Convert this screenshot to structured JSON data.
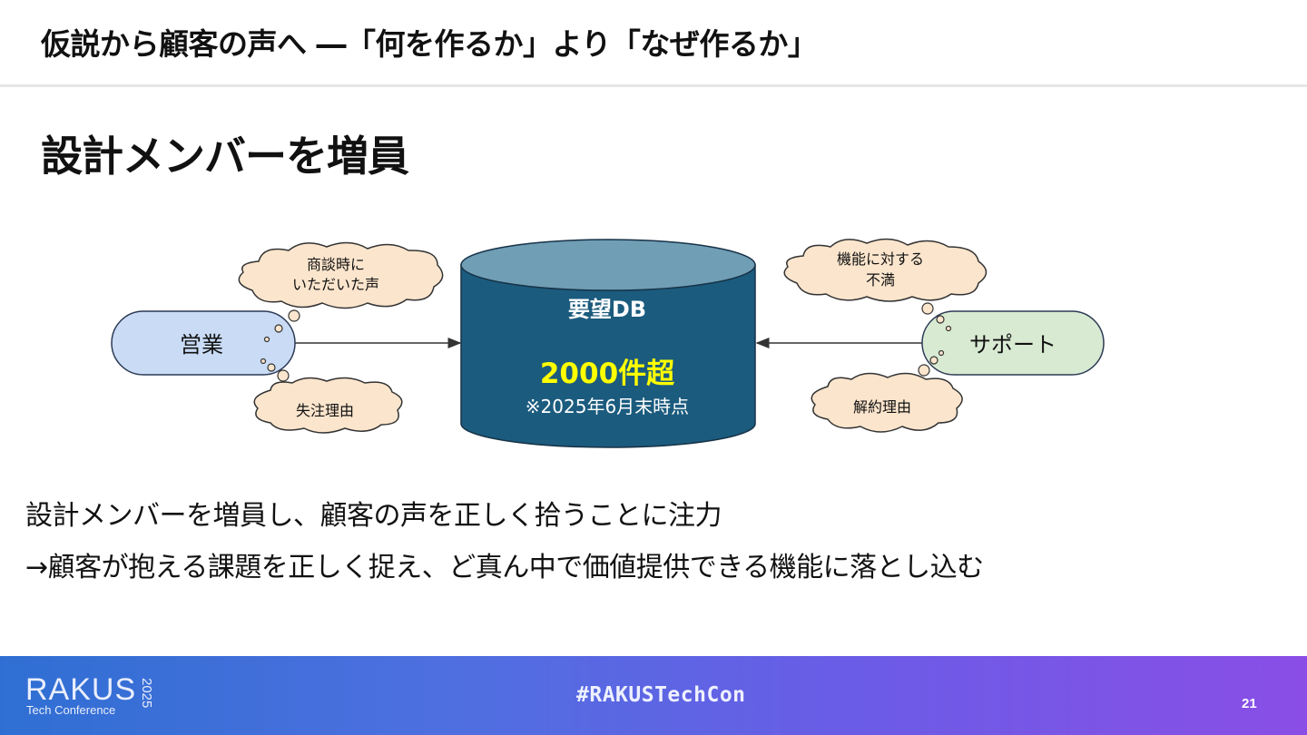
{
  "header": {
    "title": "仮説から顧客の声へ ―「何を作るか」より「なぜ作るか」"
  },
  "section": {
    "title": "設計メンバーを増員"
  },
  "diagram": {
    "database": {
      "label": "要望DB",
      "count": "2000件超",
      "note": "※2025年6月末時点"
    },
    "left_actor": {
      "label": "営業",
      "thoughts": [
        "商談時に",
        "いただいた声"
      ],
      "thought_bottom": "失注理由"
    },
    "right_actor": {
      "label": "サポート",
      "thoughts": [
        "機能に対する",
        "不満"
      ],
      "thought_bottom": "解約理由"
    },
    "colors": {
      "db_body": "#1b5b7e",
      "db_top": "#6f9eb5",
      "count": "#ffff00",
      "left_actor_fill": "#c9dbf5",
      "right_actor_fill": "#d9ead3",
      "cloud_fill": "#fbe5cd"
    }
  },
  "body": {
    "line1": "設計メンバーを増員し、顧客の声を正しく拾うことに注力",
    "line2": "→顧客が抱える課題を正しく捉え、ど真ん中で価値提供できる機能に落とし込む"
  },
  "footer": {
    "brand_name": "RAKUS",
    "brand_sub": "Tech Conference",
    "brand_year": "2025",
    "hashtag": "#RAKUSTechCon",
    "page_number": "21"
  }
}
